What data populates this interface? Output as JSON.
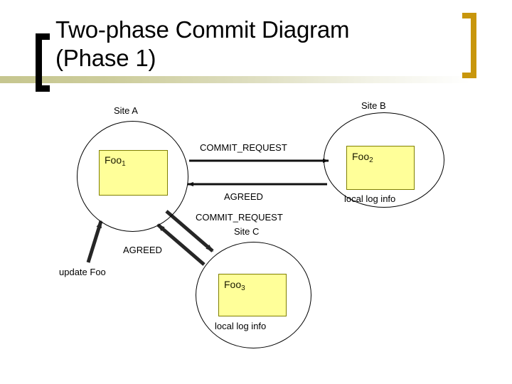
{
  "slide": {
    "title": "Two-phase Commit Diagram\n(Phase 1)",
    "bracket_left_color": "#000000",
    "bracket_right_color": "#c8960c",
    "divider_color": "#cccc99",
    "background": "#ffffff"
  },
  "diagram": {
    "type": "two-phase-commit",
    "node_fill": "#ffff99",
    "node_stroke": "#808000",
    "circle_stroke": "#000000",
    "arrow_color": "#262626",
    "sites": [
      {
        "id": "site-a",
        "label": "Site A",
        "box_label": "Foo",
        "box_subscript": "1",
        "log_label": ""
      },
      {
        "id": "site-b",
        "label": "Site B",
        "box_label": "Foo",
        "box_subscript": "2",
        "log_label": "local log info"
      },
      {
        "id": "site-c",
        "label": "Site C",
        "box_label": "Foo",
        "box_subscript": "3",
        "log_label": "local log info"
      }
    ],
    "messages": [
      {
        "id": "commit-a-to-b",
        "label": "COMMIT_REQUEST",
        "from": "site-a",
        "to": "site-b"
      },
      {
        "id": "agreed-b-to-a",
        "label": "AGREED",
        "from": "site-b",
        "to": "site-a"
      },
      {
        "id": "commit-a-to-c",
        "label": "COMMIT_REQUEST",
        "from": "site-a",
        "to": "site-c"
      },
      {
        "id": "agreed-c-to-a",
        "label": "AGREED",
        "from": "site-c",
        "to": "site-a"
      },
      {
        "id": "update-foo",
        "label": "update Foo",
        "from": "external",
        "to": "site-a"
      }
    ]
  }
}
